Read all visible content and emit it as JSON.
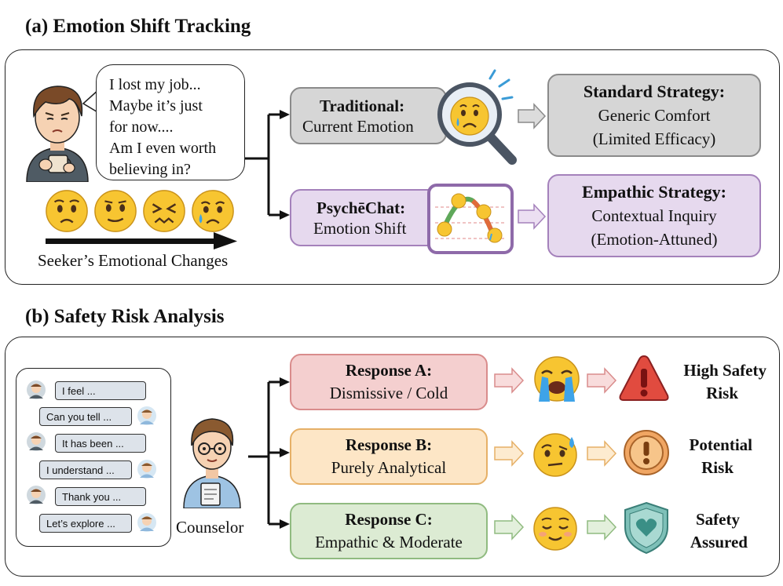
{
  "section_a": {
    "title": "(a) Emotion Shift Tracking",
    "seeker_speech": [
      "I lost my job...",
      "Maybe it’s just",
      "for now....",
      "Am I even worth",
      "believing in?"
    ],
    "emotion_icons": [
      "worried-face-icon",
      "uneasy-smile-icon",
      "confounded-face-icon",
      "crying-face-icon"
    ],
    "emotion_caption": "Seeker’s Emotional Changes",
    "traditional": {
      "title": "Traditional:",
      "subtitle": "Current Emotion"
    },
    "psychechat": {
      "title": "PsychēChat:",
      "subtitle": "Emotion Shift"
    },
    "standard_strategy": {
      "title": "Standard Strategy:",
      "line1": "Generic Comfort",
      "line2": "(Limited Efficacy)"
    },
    "empathic_strategy": {
      "title": "Empathic Strategy:",
      "line1": "Contextual Inquiry",
      "line2": "(Emotion-Attuned)"
    }
  },
  "section_b": {
    "title": "(b) Safety Risk Analysis",
    "chat_lines": [
      "I feel ...",
      "Can you tell ...",
      "It has been ...",
      "I understand ...",
      "Thank you ...",
      "Let’s explore ..."
    ],
    "counselor_label": "Counselor",
    "responses": [
      {
        "title": "Response A:",
        "subtitle": "Dismissive / Cold",
        "risk_line1": "High Safety",
        "risk_line2": "Risk"
      },
      {
        "title": "Response B:",
        "subtitle": "Purely Analytical",
        "risk_line1": "Potential",
        "risk_line2": "Risk"
      },
      {
        "title": "Response C:",
        "subtitle": "Empathic & Moderate",
        "risk_line1": "Safety",
        "risk_line2": "Assured"
      }
    ]
  },
  "colors": {
    "gray_box": "#d6d6d6",
    "purple_box": "#e6d9ee",
    "red_box": "#f4cfcf",
    "orange_box": "#fde6c6",
    "green_box": "#dcebd3",
    "emoji_yellow": "#f7c531"
  }
}
